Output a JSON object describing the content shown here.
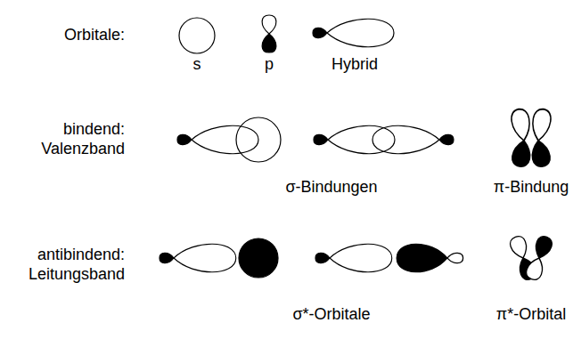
{
  "diagram": {
    "labels": [
      "Orbitale:",
      "s",
      "p",
      "Hybrid",
      "bindend: Valenzband",
      "σ-Bindungen",
      "π-Bindung",
      "antibindend: Leitungsband",
      "σ*-Orbitale",
      "π*-Orbital"
    ]
  }
}
